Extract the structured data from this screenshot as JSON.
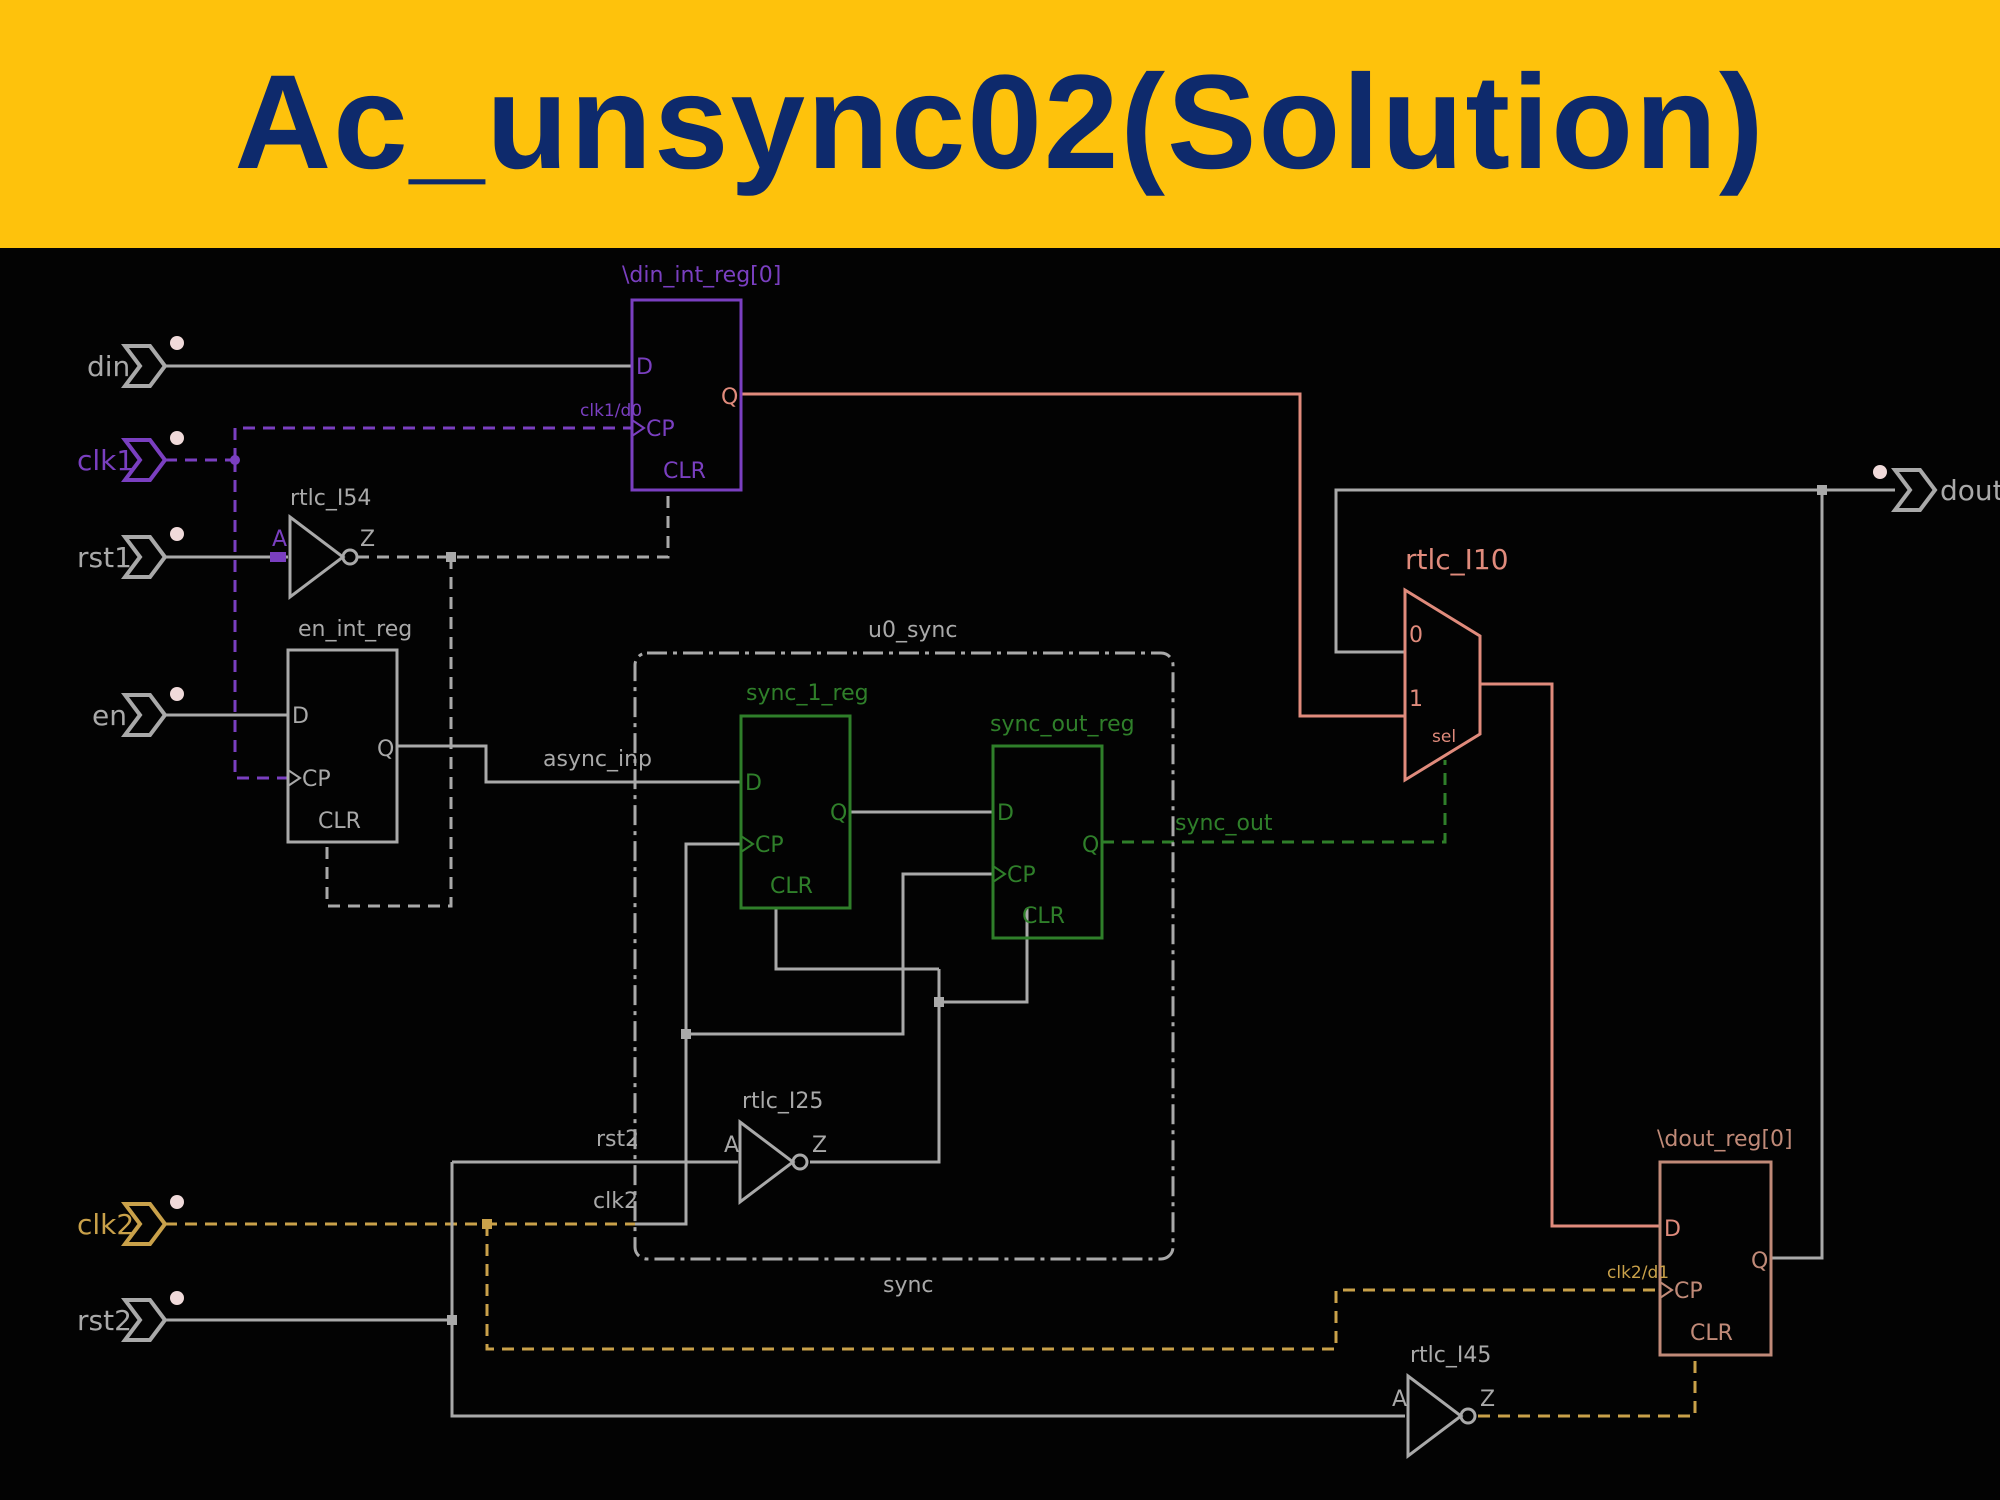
{
  "title": "Ac_unsync02(Solution)",
  "ports": {
    "din": "din",
    "clk1": "clk1",
    "rst1": "rst1",
    "en": "en",
    "clk2": "clk2",
    "rst2": "rst2",
    "dout": "dout"
  },
  "cells": {
    "din_reg": "\\din_int_reg[0]",
    "en_reg": "en_int_reg",
    "inv1": "rtlc_I54",
    "mux": "rtlc_I10",
    "sync_block": "u0_sync",
    "sync_module": "sync",
    "sync1": "sync_1_reg",
    "syncout": "sync_out_reg",
    "inv2": "rtlc_I25",
    "dout_reg": "\\dout_reg[0]",
    "inv3": "rtlc_I45"
  },
  "pins": {
    "D": "D",
    "CP": "CP",
    "CLR": "CLR",
    "Q": "Q",
    "A": "A",
    "Z": "Z",
    "mux0": "0",
    "mux1": "1",
    "sel": "sel",
    "clk1_d0": "clk1/d0",
    "clk2_d1": "clk2/d1"
  },
  "nets": {
    "async_inp": "async_inp",
    "sync_out": "sync_out",
    "rst2": "rst2",
    "clk2": "clk2"
  },
  "colors": {
    "title_bg": "#fec20c",
    "title_text": "#0e2a6c",
    "background": "#030303",
    "gray": "#a9a9a9",
    "purple": "#7a3fc0",
    "salmon": "#e08b7c",
    "green": "#2f7f2a",
    "orange": "#c9a14a",
    "dout_box": "#c08a78"
  }
}
